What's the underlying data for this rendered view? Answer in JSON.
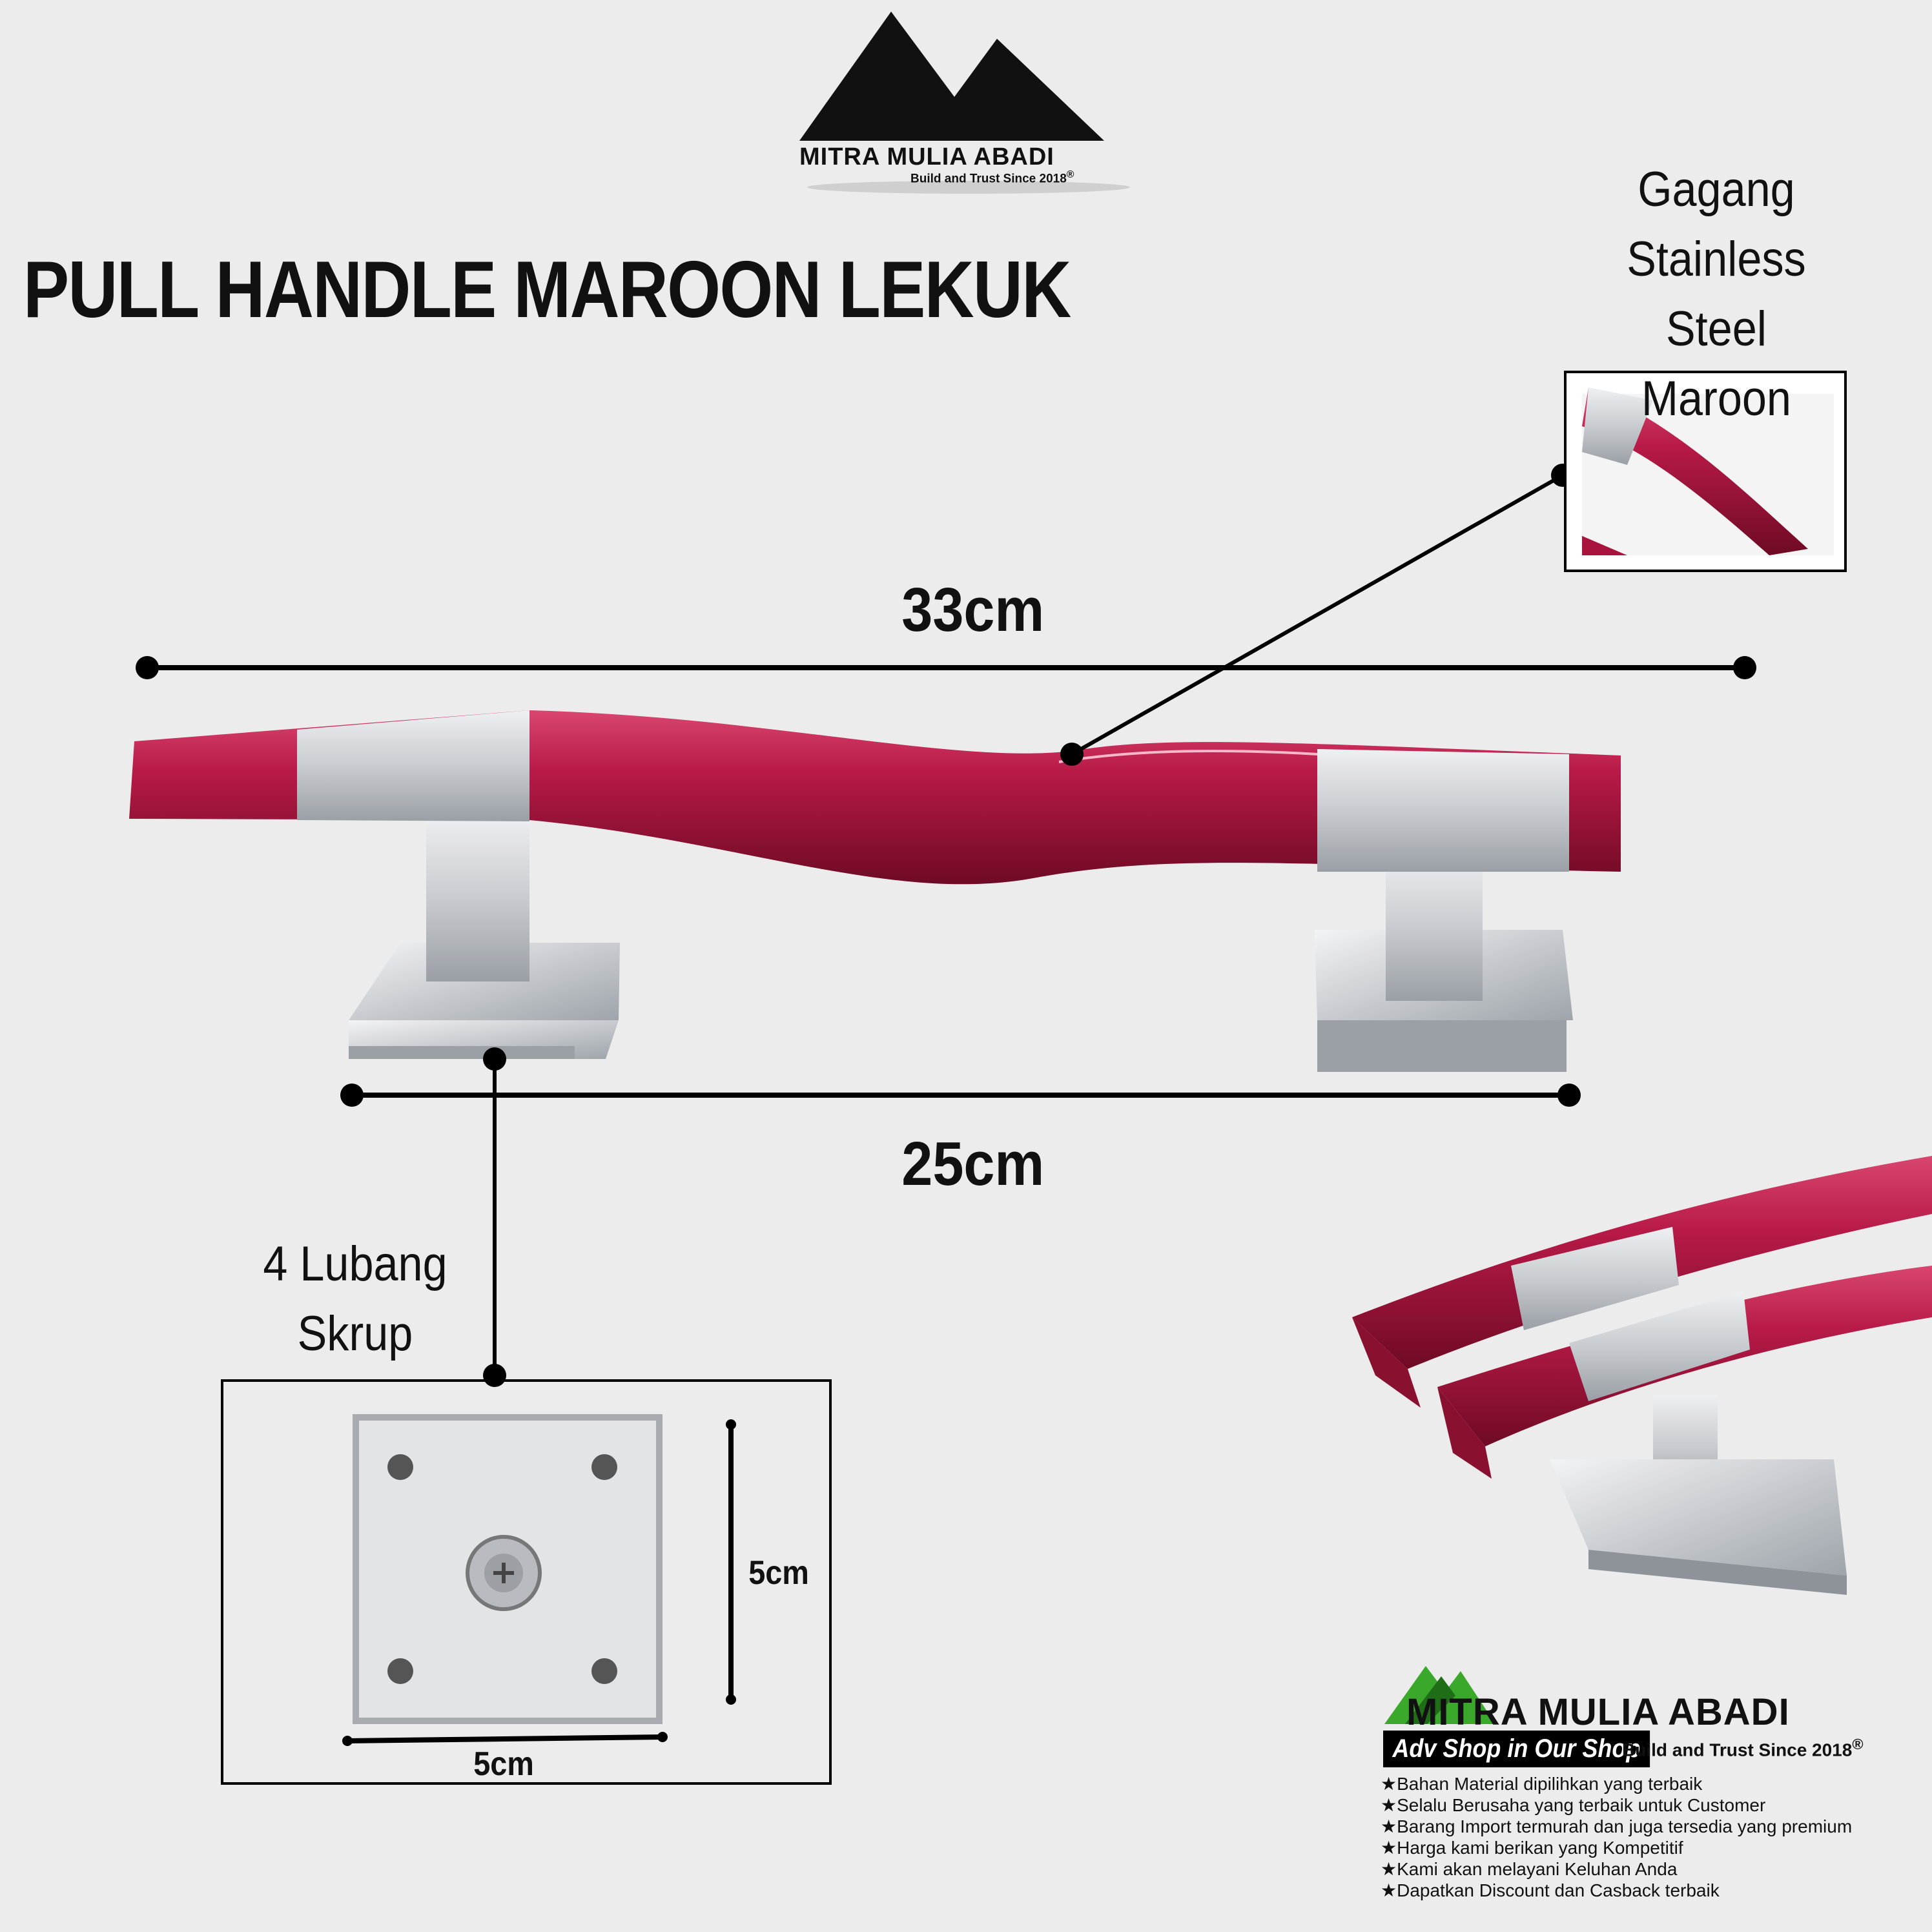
{
  "header": {
    "brand_name": "MITRA MULIA ABADI",
    "brand_tagline": "Build and Trust Since 2018",
    "registered_mark": "®"
  },
  "product": {
    "title": "PULL HANDLE MAROON LEKUK"
  },
  "callouts": {
    "handle_material_line1": "Gagang",
    "handle_material_line2": "Stainless Steel",
    "handle_material_line3": "Maroon",
    "screw_holes_line1": "4 Lubang",
    "screw_holes_line2": "Skrup"
  },
  "dimensions": {
    "total_length": "33cm",
    "mount_spacing": "25cm",
    "plate_height": "5cm",
    "plate_width": "5cm"
  },
  "footer": {
    "brand_name": "MITRA MULIA ABADI",
    "badge": "Adv Shop in Our Shop",
    "tagline": "Build and Trust Since 2018",
    "registered_mark": "®",
    "features": [
      "Bahan Material dipilihkan yang terbaik",
      "Selalu Berusaha yang terbaik untuk Customer",
      "Barang Import termurah dan juga tersedia yang premium",
      "Harga kami berikan yang Kompetitif",
      "Kami akan melayani Keluhan Anda",
      "Dapatkan Discount dan Casback terbaik"
    ]
  },
  "colors": {
    "background": "#ececec",
    "maroon": "#a8143c",
    "steel": "#c9ccd0",
    "logo_green": "#3aa82a"
  }
}
